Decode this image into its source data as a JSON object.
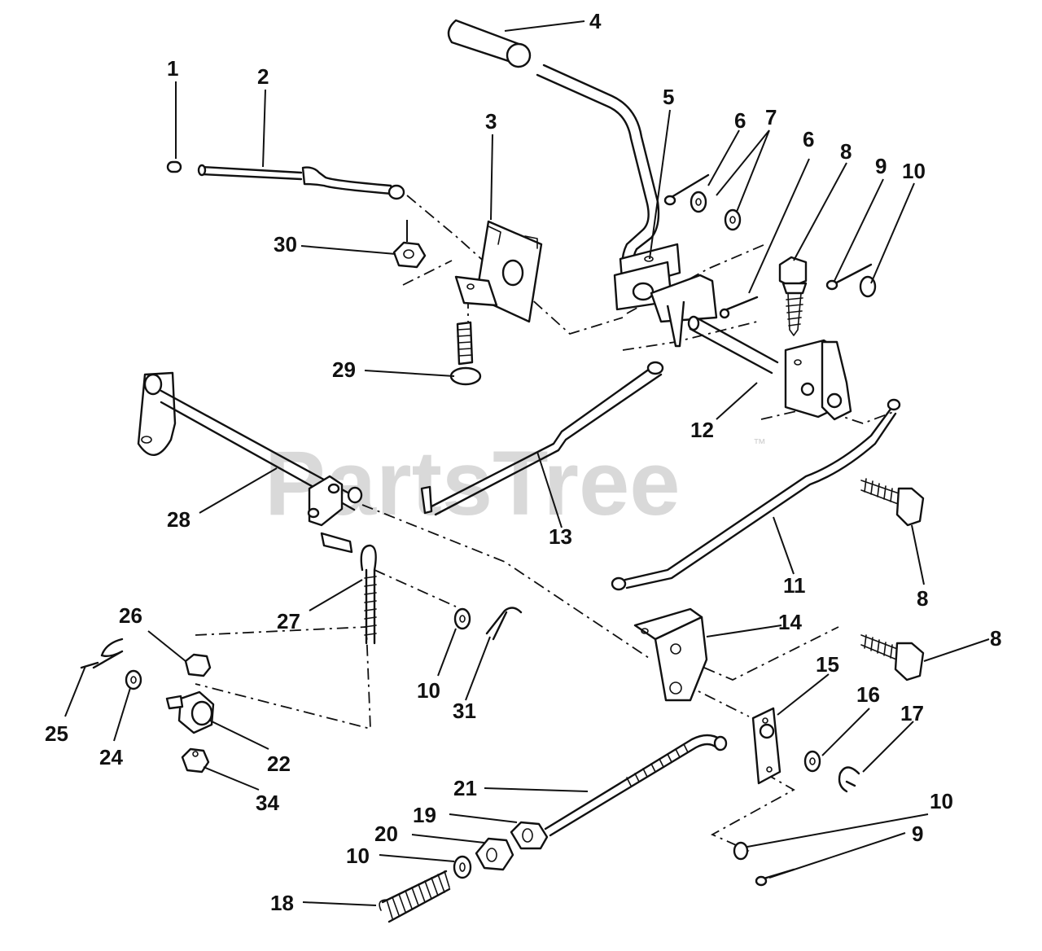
{
  "watermark": {
    "text": "PartsTree",
    "trademark": "™"
  },
  "labels": {
    "p1": "1",
    "p2": "2",
    "p3": "3",
    "p4": "4",
    "p5": "5",
    "p6a": "6",
    "p6b": "6",
    "p7": "7",
    "p8a": "8",
    "p8b": "8",
    "p8c": "8",
    "p9a": "9",
    "p9b": "9",
    "p10a": "10",
    "p10b": "10",
    "p10c": "10",
    "p10d": "10",
    "p11": "11",
    "p12": "12",
    "p13": "13",
    "p14": "14",
    "p15": "15",
    "p16": "16",
    "p17": "17",
    "p18": "18",
    "p19": "19",
    "p20": "20",
    "p21": "21",
    "p22": "22",
    "p24": "24",
    "p25": "25",
    "p26": "26",
    "p27": "27",
    "p28": "28",
    "p29": "29",
    "p30": "30",
    "p31": "31",
    "p34": "34"
  }
}
